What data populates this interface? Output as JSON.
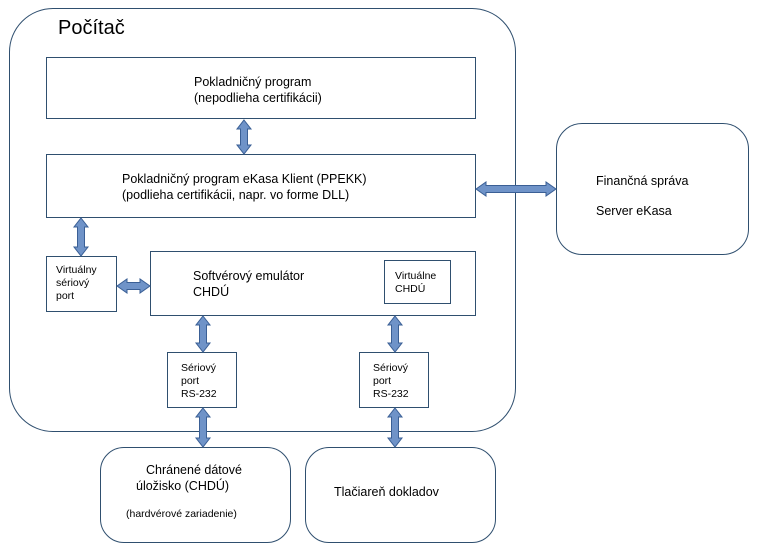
{
  "computer": {
    "title": "Počítač"
  },
  "pos_program": {
    "line1": "Pokladničný program",
    "line2": "(nepodlieha certifikácii)"
  },
  "ppekk": {
    "line1": "Pokladničný program eKasa Klient (PPEKK)",
    "line2": "(podlieha certifikácii, napr. vo forme DLL)"
  },
  "virtual_serial_port": {
    "line1": "Virtuálny",
    "line2": "sériový",
    "line3": "port"
  },
  "emulator": {
    "line1": "Softvérový emulátor",
    "line2": "CHDÚ"
  },
  "virtual_chdu": {
    "line1": "Virtuálne",
    "line2": "CHDÚ"
  },
  "serial_port_left": {
    "line1": "Sériový",
    "line2": "port",
    "line3": "RS-232"
  },
  "serial_port_right": {
    "line1": "Sériový",
    "line2": "port",
    "line3": "RS-232"
  },
  "financna_sprava": {
    "line1": "Finančná správa",
    "line2": "Server eKasa"
  },
  "chdu_storage": {
    "line1": "Chránené dátové",
    "line2": "úložisko (CHDÚ)",
    "line3": "(hardvérové zariadenie)"
  },
  "printer": {
    "line1": "Tlačiareň dokladov"
  },
  "colors": {
    "border": "#2f4f6f",
    "arrow_fill": "#6f93c8",
    "arrow_stroke": "#3a5f95"
  }
}
